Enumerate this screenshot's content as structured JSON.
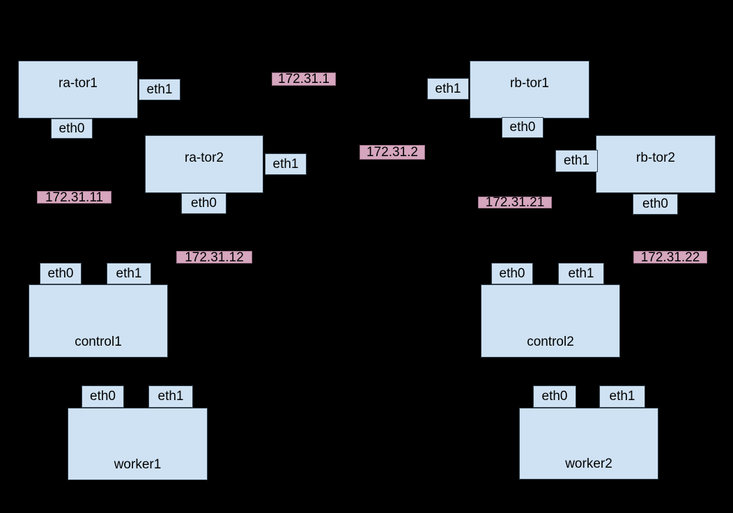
{
  "colors": {
    "background": "#000000",
    "node_fill": "#cfe2f3",
    "node_border": "#33414e",
    "ip_fill": "#d5a6bd",
    "ip_border": "#9c7288",
    "text": "#000000"
  },
  "nodes": {
    "ra_tor1": {
      "label": "ra-tor1",
      "eth0": "eth0",
      "eth1": "eth1"
    },
    "ra_tor2": {
      "label": "ra-tor2",
      "eth0": "eth0",
      "eth1": "eth1"
    },
    "rb_tor1": {
      "label": "rb-tor1",
      "eth0": "eth0",
      "eth1": "eth1"
    },
    "rb_tor2": {
      "label": "rb-tor2",
      "eth0": "eth0",
      "eth1": "eth1"
    },
    "control1": {
      "label": "control1",
      "eth0": "eth0",
      "eth1": "eth1"
    },
    "control2": {
      "label": "control2",
      "eth0": "eth0",
      "eth1": "eth1"
    },
    "worker1": {
      "label": "worker1",
      "eth0": "eth0",
      "eth1": "eth1"
    },
    "worker2": {
      "label": "worker2",
      "eth0": "eth0",
      "eth1": "eth1"
    }
  },
  "ip_labels": {
    "ip_172_31_1": "172.31.1",
    "ip_172_31_2": "172.31.2",
    "ip_172_31_11": "172.31.11",
    "ip_172_31_12": "172.31.12",
    "ip_172_31_21": "172.31.21",
    "ip_172_31_22": "172.31.22"
  }
}
